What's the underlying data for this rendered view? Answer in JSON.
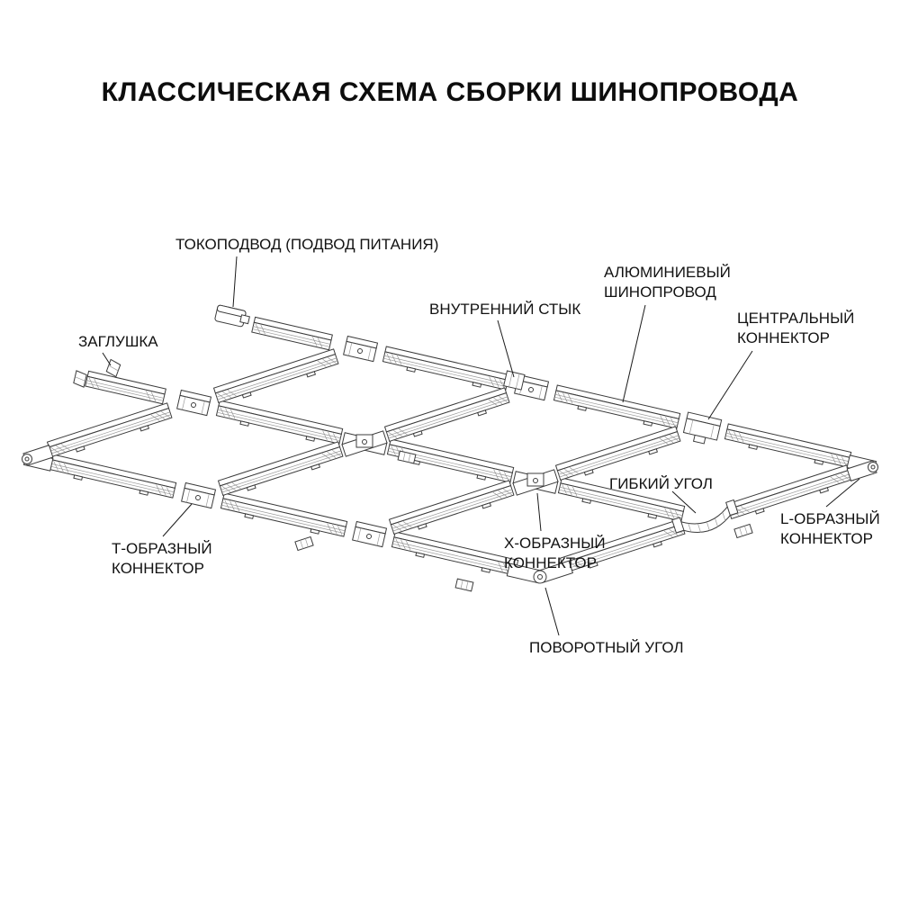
{
  "title": "КЛАССИЧЕСКАЯ СХЕМА СБОРКИ ШИНОПРОВОДА",
  "colors": {
    "background": "#ffffff",
    "line": "#3c3c3c",
    "text": "#121212"
  },
  "labels": {
    "power_feed": "ТОКОПОДВОД (ПОДВОД ПИТАНИЯ)",
    "end_cap": "ЗАГЛУШКА",
    "internal_joint": "ВНУТРЕННИЙ СТЫК",
    "aluminum_track": "АЛЮМИНИЕВЫЙ\nШИНОПРОВОД",
    "central_connector": "ЦЕНТРАЛЬНЫЙ\nКОННЕКТОР",
    "flexible_corner": "ГИБКИЙ УГОЛ",
    "l_connector": "L-ОБРАЗНЫЙ\nКОННЕКТОР",
    "t_connector": "Т-ОБРАЗНЫЙ\nКОННЕКТОР",
    "x_connector": "Х-ОБРАЗНЫЙ\nКОННЕКТОР",
    "rotary_corner": "ПОВОРОТНЫЙ УГОЛ"
  }
}
